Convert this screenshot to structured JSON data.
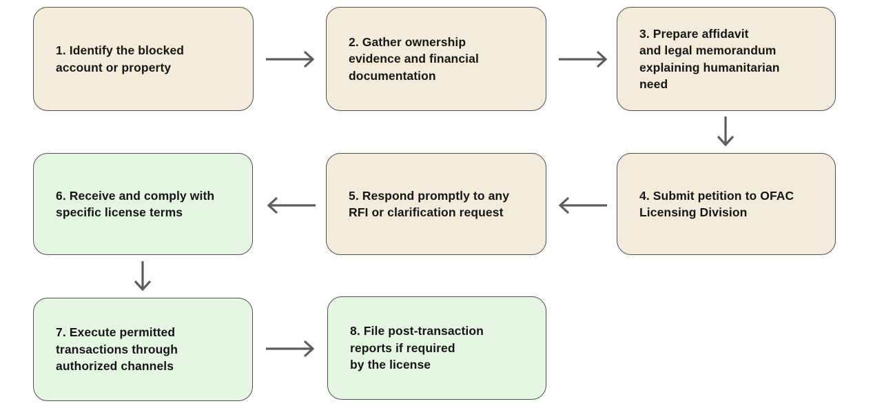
{
  "flowchart": {
    "description": "OFAC specific license petition process flow",
    "colors": {
      "stage_primary_fill": "#f3ecda",
      "stage_final_fill": "#e5f6e3",
      "box_border": "#4f4f4f",
      "arrow": "#5c5c5c",
      "text": "#161616",
      "background": "#ffffff"
    },
    "steps": [
      {
        "id": 1,
        "color": "beige",
        "label": "1. Identify the blocked account or property",
        "lines": [
          "1. Identify the blocked",
          "account or property"
        ]
      },
      {
        "id": 2,
        "color": "beige",
        "label": "2. Gather ownership evidence and financial documentation",
        "lines": [
          "2. Gather ownership",
          "evidence and financial",
          "documentation"
        ]
      },
      {
        "id": 3,
        "color": "beige",
        "label": "3. Prepare affidavit and legal memorandum explaining humanitarian need",
        "lines": [
          "3. Prepare affidavit",
          "and legal memorandum",
          "explaining humanitarian",
          "need"
        ]
      },
      {
        "id": 4,
        "color": "beige",
        "label": "4. Submit petition to OFAC Licensing Division",
        "lines": [
          "4. Submit petition to OFAC",
          "Licensing Division"
        ]
      },
      {
        "id": 5,
        "color": "beige",
        "label": "5. Respond promptly to any RFI or clarification request",
        "lines": [
          "5. Respond promptly to any",
          "RFI or clarification request"
        ]
      },
      {
        "id": 6,
        "color": "green",
        "label": "6. Receive and comply with specific license terms",
        "lines": [
          "6. Receive and comply with",
          "specific license terms"
        ]
      },
      {
        "id": 7,
        "color": "green",
        "label": "7. Execute permitted transactions through authorized channels",
        "lines": [
          "7. Execute permitted",
          "transactions through",
          "authorized channels"
        ]
      },
      {
        "id": 8,
        "color": "green",
        "label": "8. File post-transaction reports if required by the license",
        "lines": [
          "8. File post-transaction",
          "reports if required",
          "by the license"
        ]
      }
    ],
    "connections": [
      {
        "from": 1,
        "to": 2,
        "direction": "right"
      },
      {
        "from": 2,
        "to": 3,
        "direction": "right"
      },
      {
        "from": 3,
        "to": 4,
        "direction": "down"
      },
      {
        "from": 4,
        "to": 5,
        "direction": "left"
      },
      {
        "from": 5,
        "to": 6,
        "direction": "left"
      },
      {
        "from": 6,
        "to": 7,
        "direction": "down"
      },
      {
        "from": 7,
        "to": 8,
        "direction": "right"
      }
    ]
  }
}
